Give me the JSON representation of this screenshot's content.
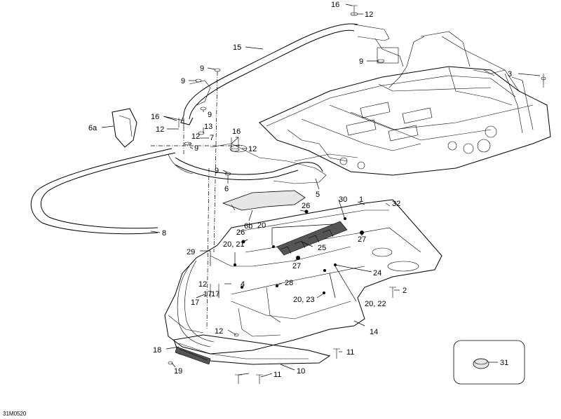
{
  "drawing_code": "31M0520",
  "callouts": [
    {
      "id": "c16a",
      "text": "16"
    },
    {
      "id": "c12a",
      "text": "12"
    },
    {
      "id": "c15",
      "text": "15"
    },
    {
      "id": "c9a",
      "text": "9"
    },
    {
      "id": "c9b",
      "text": "9"
    },
    {
      "id": "c9c",
      "text": "9"
    },
    {
      "id": "c3",
      "text": "3"
    },
    {
      "id": "c6a",
      "text": "6a"
    },
    {
      "id": "c16b",
      "text": "16"
    },
    {
      "id": "c13",
      "text": "13"
    },
    {
      "id": "c9d",
      "text": "9"
    },
    {
      "id": "c12b",
      "text": "12"
    },
    {
      "id": "c12c",
      "text": "12"
    },
    {
      "id": "c7",
      "text": "7"
    },
    {
      "id": "c9e",
      "text": "9"
    },
    {
      "id": "c16c",
      "text": "16"
    },
    {
      "id": "c12d",
      "text": "12"
    },
    {
      "id": "c9f",
      "text": "9"
    },
    {
      "id": "c6",
      "text": "6"
    },
    {
      "id": "c5",
      "text": "5"
    },
    {
      "id": "c6b",
      "text": "6b"
    },
    {
      "id": "c26a",
      "text": "26"
    },
    {
      "id": "c30",
      "text": "30"
    },
    {
      "id": "c1",
      "text": "1"
    },
    {
      "id": "c32",
      "text": "32"
    },
    {
      "id": "c8",
      "text": "8"
    },
    {
      "id": "c20a",
      "text": "20"
    },
    {
      "id": "c26b",
      "text": "26"
    },
    {
      "id": "c27a",
      "text": "27"
    },
    {
      "id": "c29",
      "text": "29"
    },
    {
      "id": "c2021",
      "text": "20, 21"
    },
    {
      "id": "c25",
      "text": "25"
    },
    {
      "id": "c27b",
      "text": "27"
    },
    {
      "id": "c24",
      "text": "24"
    },
    {
      "id": "c12e",
      "text": "12"
    },
    {
      "id": "c4",
      "text": "4"
    },
    {
      "id": "c28",
      "text": "28"
    },
    {
      "id": "c2",
      "text": "2"
    },
    {
      "id": "c17a",
      "text": "17"
    },
    {
      "id": "c17b",
      "text": "17"
    },
    {
      "id": "c17c",
      "text": "17"
    },
    {
      "id": "c2023",
      "text": "20, 23"
    },
    {
      "id": "c2022",
      "text": "20, 22"
    },
    {
      "id": "c14",
      "text": "14"
    },
    {
      "id": "c12f",
      "text": "12"
    },
    {
      "id": "c18",
      "text": "18"
    },
    {
      "id": "c11a",
      "text": "11"
    },
    {
      "id": "c19",
      "text": "19"
    },
    {
      "id": "c10",
      "text": "10"
    },
    {
      "id": "c11b",
      "text": "11"
    },
    {
      "id": "c31",
      "text": "31"
    }
  ]
}
